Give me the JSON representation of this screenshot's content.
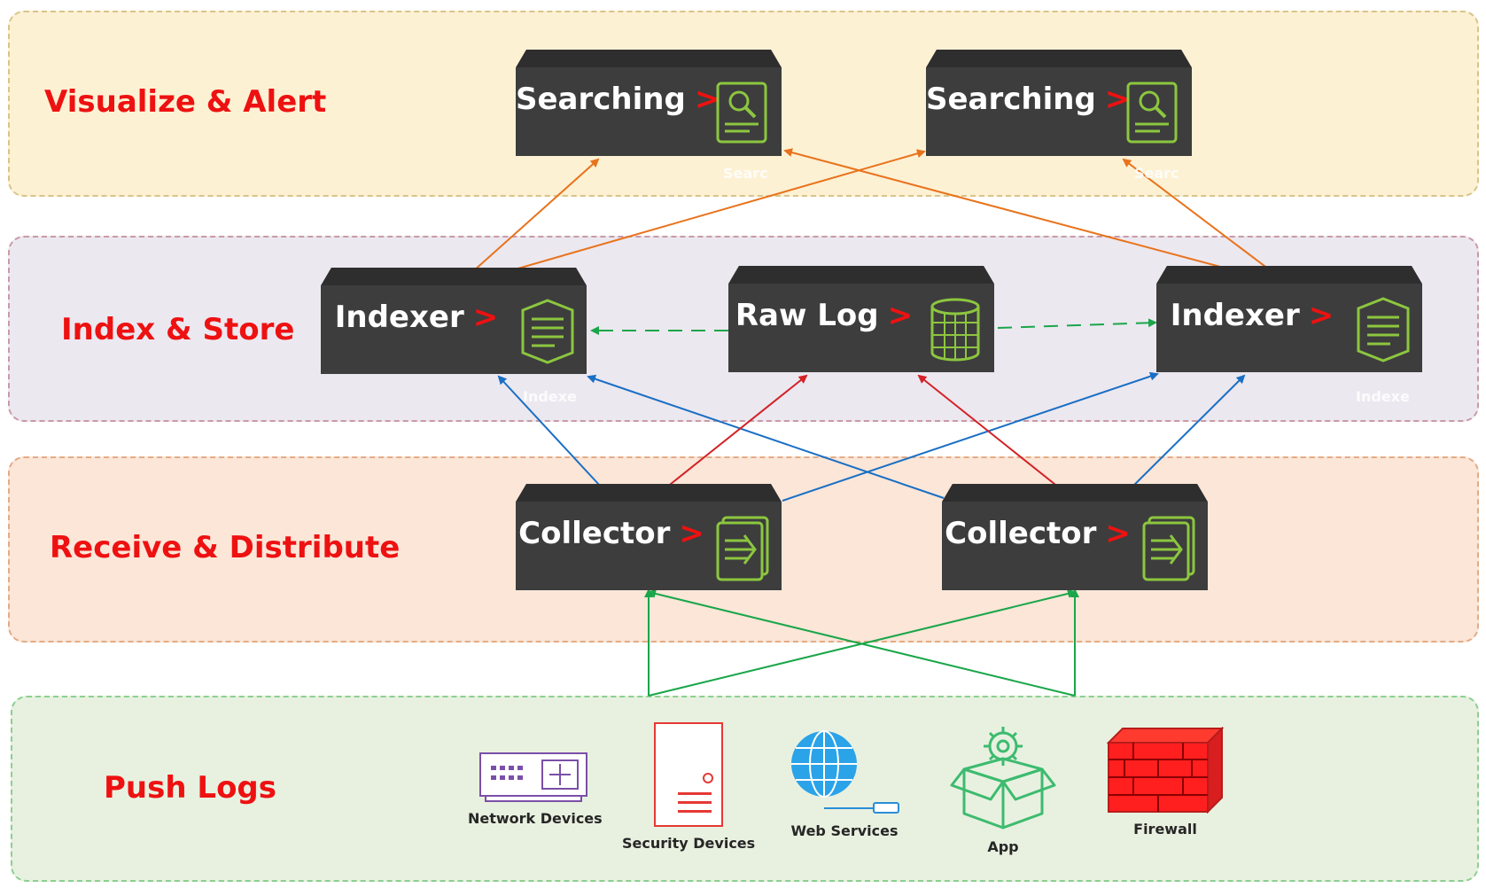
{
  "layers": {
    "visualize": "Visualize & Alert",
    "index": "Index & Store",
    "receive": "Receive & Distribute",
    "push": "Push Logs"
  },
  "nodes": {
    "searching_1": "Searching",
    "searching_2": "Searching",
    "indexer_1": "Indexer",
    "raw_log": "Raw Log",
    "indexer_2": "Indexer",
    "collector_1": "Collector",
    "collector_2": "Collector",
    "chevron": ">"
  },
  "ghost_labels": {
    "searching_1": "Searc",
    "searching_2": "Searc",
    "indexer_1": "Indexe",
    "indexer_2": "Indexe"
  },
  "sources": [
    {
      "label": "Network Devices",
      "icon": "network-switch-icon"
    },
    {
      "label": "Security Devices",
      "icon": "security-appliance-icon"
    },
    {
      "label": "Web Services",
      "icon": "globe-icon"
    },
    {
      "label": "App",
      "icon": "app-package-icon"
    },
    {
      "label": "Firewall",
      "icon": "firewall-icon"
    }
  ],
  "colors": {
    "title": "#ee1111",
    "box": "#3d3d3d",
    "icon_green": "#8cc63f",
    "search_links": "#e8731c",
    "index_links": "#1a6fc4",
    "raw_links": "#d32226",
    "source_links": "#1aa64a",
    "replication": "#1aa64a"
  }
}
